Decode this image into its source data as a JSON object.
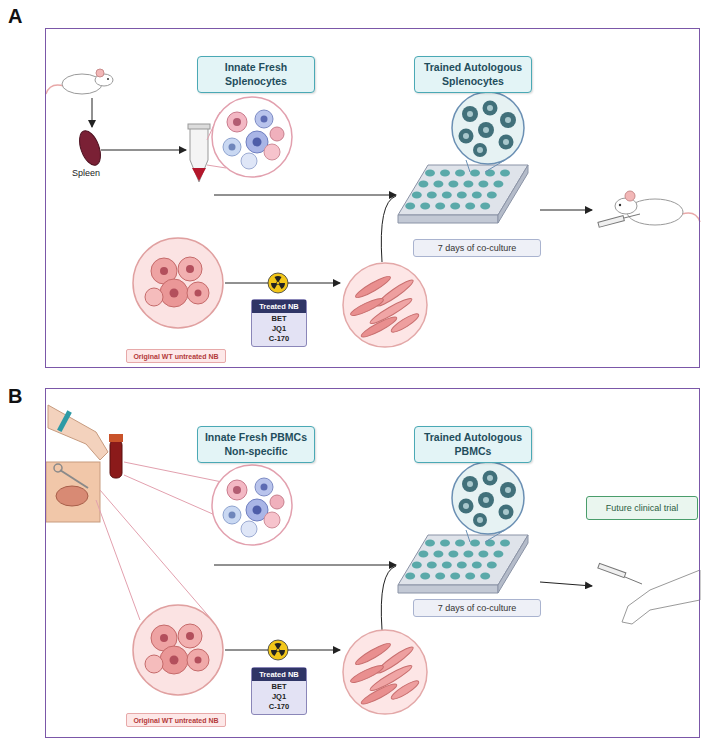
{
  "diagram": {
    "nodes": [
      {
        "text": [
          "A"
        ]
      },
      {
        "text": [
          "Innate Fresh Splenocytes"
        ],
        "in": 0
      },
      {
        "text": [
          "Trained Autologous Splenocytes"
        ],
        "in": 0
      },
      {
        "text": [
          "7 days of co-culture"
        ],
        "in": 0
      },
      {
        "text": [
          "Treated NB",
          "BET JQ1 C-170"
        ],
        "in": 0
      },
      {
        "text": [
          "Original WT untreated NB"
        ],
        "in": 0
      },
      {
        "text": [
          "B"
        ]
      },
      {
        "text": [
          "Innate Fresh PBMCs Non-specific"
        ],
        "in": 6
      },
      {
        "text": [
          "Trained Autologous PBMCs"
        ],
        "in": 6
      },
      {
        "text": [
          "Future clinical trial"
        ],
        "in": 6
      },
      {
        "text": [
          "7 days of co-culture"
        ],
        "in": 6
      },
      {
        "text": [
          "Treated NB",
          "BET JQ1 C-170"
        ],
        "in": 6
      },
      {
        "text": [
          "Original WT untreated NB"
        ],
        "in": 6
      }
    ],
    "labels": [
      "Spleen"
    ]
  }
}
